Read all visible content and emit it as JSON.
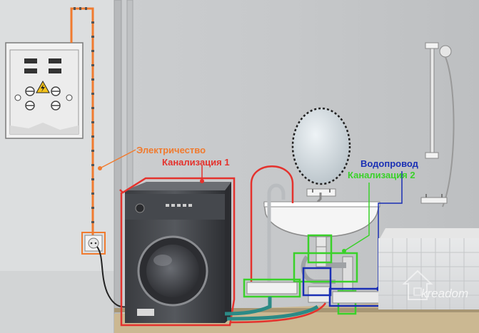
{
  "labels": {
    "electricity": "Электричество",
    "sewer_1": "Канализация 1",
    "water_supply": "Водопровод",
    "sewer_2": "Канализация 2"
  },
  "watermark": "kreadom",
  "washer_brand": "",
  "colors": {
    "electricity": "#f07b2f",
    "sewer_1": "#e4322d",
    "water_supply": "#1a2fb4",
    "sewer_2": "#3ad12a",
    "wall": "#c9cbcd",
    "floor": "#c8b596"
  },
  "icons": [
    "electric-panel-icon",
    "warning-triangle-icon",
    "power-socket-icon",
    "washing-machine-icon",
    "mirror-icon",
    "sink-icon",
    "faucet-icon",
    "shower-head-icon",
    "bathtub-icon",
    "house-logo-icon"
  ]
}
